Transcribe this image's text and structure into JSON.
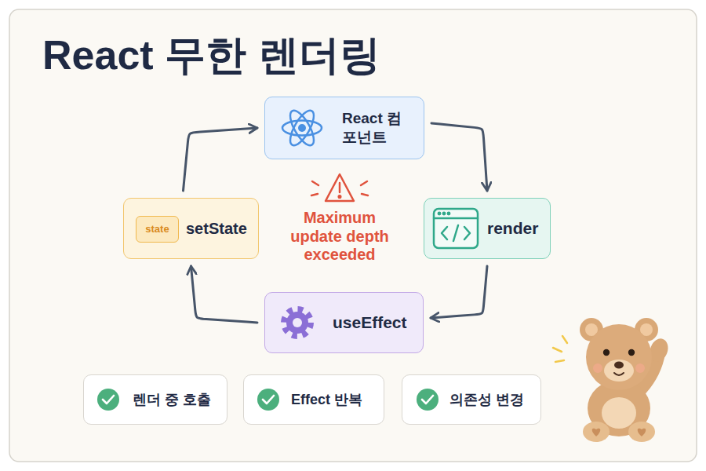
{
  "diagram": {
    "title": "React 무한 렌더링",
    "nodes": [
      {
        "text": [
          "React 컴포넌트"
        ]
      },
      {
        "text": [
          "render"
        ]
      },
      {
        "text": [
          "useEffect"
        ]
      },
      {
        "text": [
          "setState"
        ]
      },
      {
        "text": [
          "state"
        ],
        "in": 3
      },
      {
        "text": [
          "렌더 중 호출"
        ]
      },
      {
        "text": [
          "Effect 반복"
        ]
      },
      {
        "text": [
          "의존성 변경"
        ]
      }
    ],
    "edges": [
      {
        "from": 0,
        "to": 1,
        "arrow": "to"
      },
      {
        "from": 1,
        "to": 2,
        "arrow": "to"
      },
      {
        "from": 2,
        "to": 3,
        "arrow": "to"
      },
      {
        "from": 3,
        "to": 0,
        "arrow": "to"
      }
    ],
    "labels": [
      "Maximum update depth exceeded"
    ]
  }
}
